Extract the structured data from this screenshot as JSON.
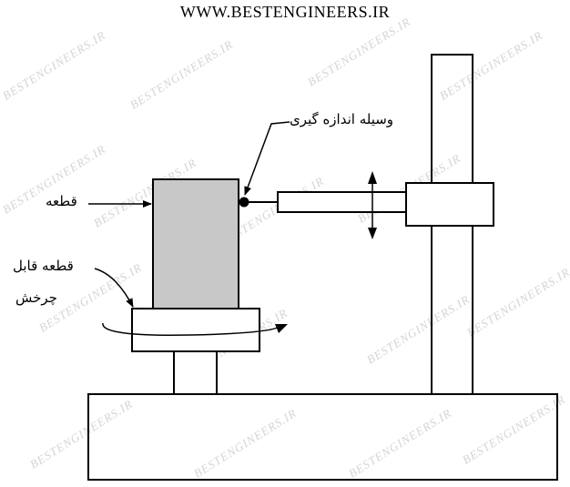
{
  "header": {
    "site": "WWW.BESTENGINEERS.IR"
  },
  "labels": {
    "measuring_device": "وسیله اندازه گیری",
    "workpiece": "قطعه",
    "rotary_part_line1": "قطعه قابل",
    "rotary_part_line2": "چرخش"
  },
  "watermark": {
    "text": "BESTENGINEERS.IR",
    "color": "#d4d4d4"
  },
  "colors": {
    "workpiece_fill": "#c8c8c8",
    "stroke": "#000000"
  }
}
